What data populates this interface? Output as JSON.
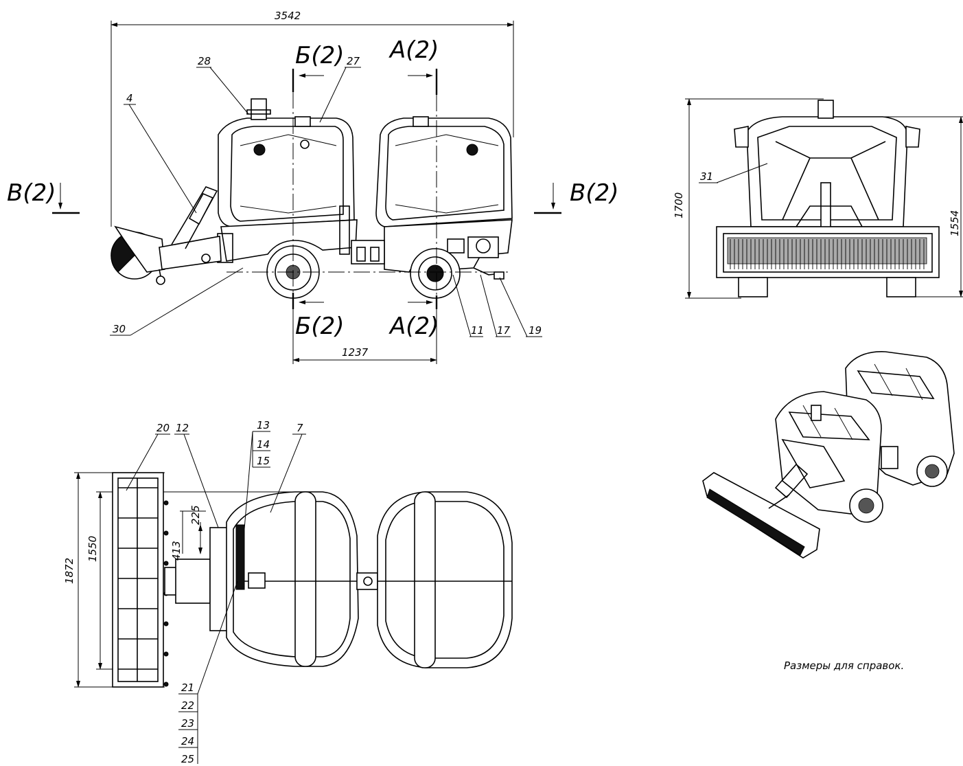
{
  "dimensions": {
    "overall_length": "3542",
    "wheelbase": "1237",
    "height_total": "1700",
    "height_cab": "1554",
    "brush_width_outer": "1872",
    "brush_width_inner": "1550",
    "mount_offset": "225",
    "mount_depth": "413"
  },
  "sections": {
    "a_top": "А(2)",
    "a_bottom": "А(2)",
    "b_top": "Б(2)",
    "b_bottom": "Б(2)",
    "v_left": "В(2)",
    "v_right": "В(2)"
  },
  "callouts": {
    "c4": "4",
    "c28": "28",
    "c27": "27",
    "c30": "30",
    "c11": "11",
    "c17": "17",
    "c19": "19",
    "c31": "31",
    "c20": "20",
    "c12": "12",
    "c13": "13",
    "c14": "14",
    "c15": "15",
    "c7": "7",
    "c21": "21",
    "c22": "22",
    "c23": "23",
    "c24": "24",
    "c25": "25"
  },
  "note": "Размеры для справок."
}
